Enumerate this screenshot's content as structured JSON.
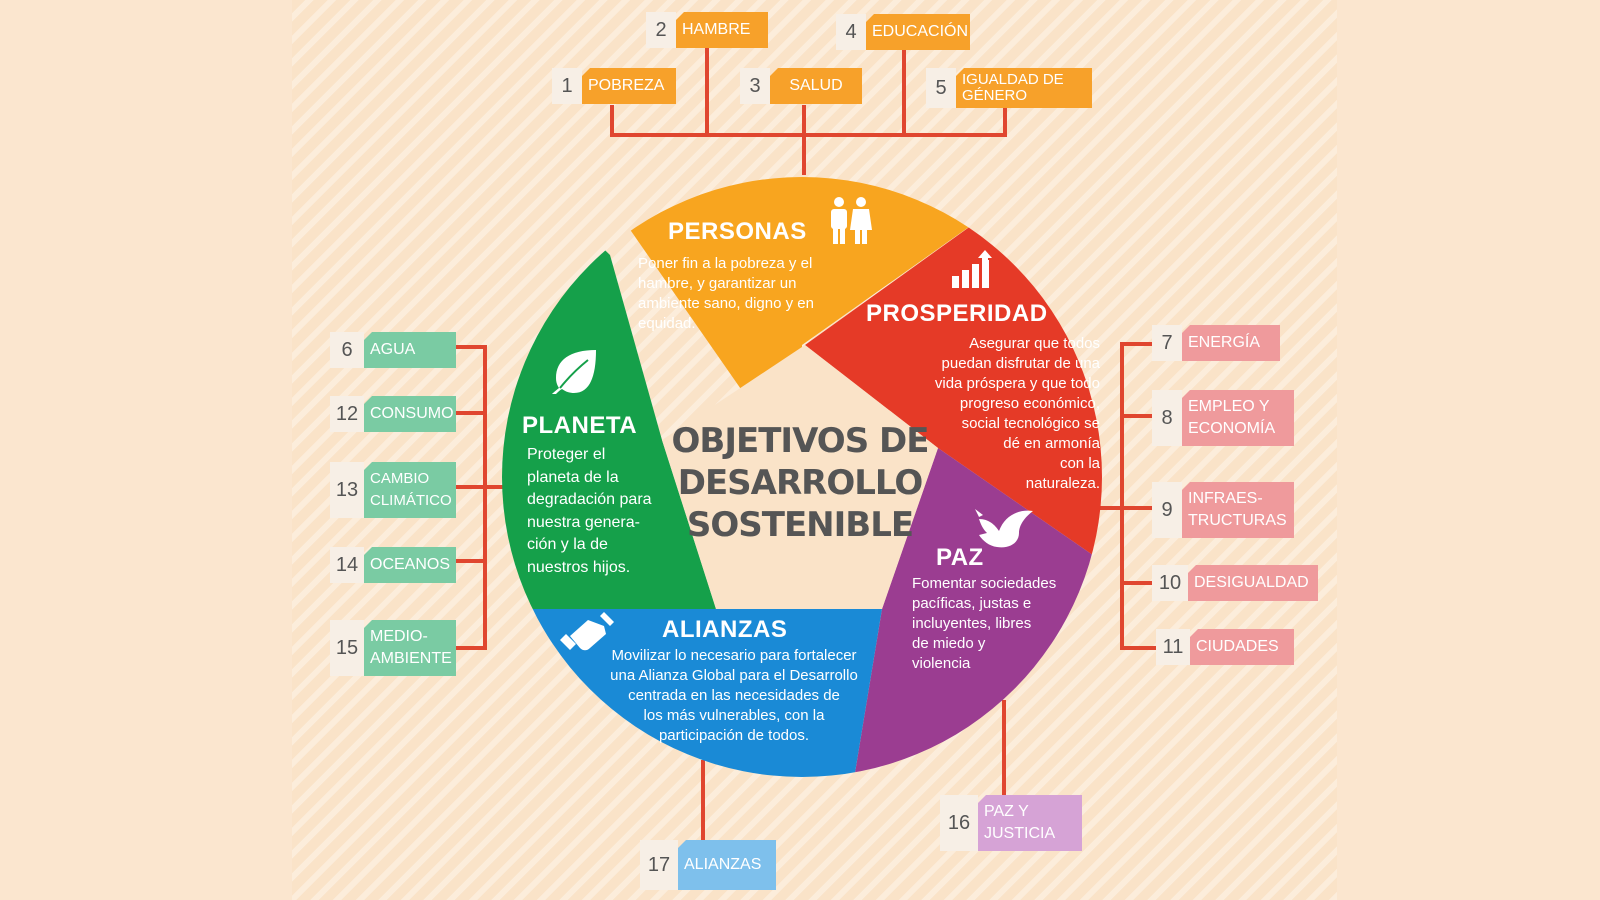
{
  "center_title": "OBJETIVOS DE\nDESARROLLO\nSOSTENIBLE",
  "segments": {
    "personas": {
      "title": "PERSONAS",
      "text": "Poner fin a la pobreza y el\nhambre, y garantizar un\nambiente sano, digno y en\nequidad.",
      "color": "#f8a51f"
    },
    "prosperidad": {
      "title": "PROSPERIDAD",
      "text": "Asegurar que todos\npuedan disfrutar de una\nvida próspera  y que todo\nprogreso económico,\nsocial tecnológico se\ndé en armonía\ncon la\nnaturaleza.",
      "color": "#e53a27"
    },
    "paz": {
      "title": "PAZ",
      "text": "Fomentar sociedades\npacíficas, justas e\nincluyentes, libres\nde miedo y\nviolencia",
      "color": "#9b3d91"
    },
    "alianzas": {
      "title": "ALIANZAS",
      "text": "Movilizar lo necesario para fortalecer\nuna Alianza Global para el Desarrollo\ncentrada en las necesidades de\nlos más vulnerables, con la\nparticipación de todos.",
      "color": "#1a8ad6"
    },
    "planeta": {
      "title": "PLANETA",
      "text": "Proteger el\nplaneta de la\ndegradación para\nnuestra genera-\nción y la de\nnuestros hijos.",
      "color": "#15a04a"
    }
  },
  "icons": {
    "personas": "people-icon",
    "prosperidad": "bar-chart-icon",
    "paz": "dove-icon",
    "alianzas": "handshake-icon",
    "planeta": "leaf-icon"
  },
  "goals": {
    "g1": {
      "num": "1",
      "label": "POBREZA"
    },
    "g2": {
      "num": "2",
      "label": "HAMBRE"
    },
    "g3": {
      "num": "3",
      "label": "SALUD"
    },
    "g4": {
      "num": "4",
      "label": "EDUCACIÓN"
    },
    "g5": {
      "num": "5",
      "label": "IGUALDAD DE\nGÉNERO"
    },
    "g6": {
      "num": "6",
      "label": "AGUA"
    },
    "g7": {
      "num": "7",
      "label": "ENERGÍA"
    },
    "g8": {
      "num": "8",
      "label": "EMPLEO Y\nECONOMÍA"
    },
    "g9": {
      "num": "9",
      "label": "INFRAES-\nTRUCTURAS"
    },
    "g10": {
      "num": "10",
      "label": "DESIGUALDAD"
    },
    "g11": {
      "num": "11",
      "label": "CIUDADES"
    },
    "g12": {
      "num": "12",
      "label": "CONSUMO"
    },
    "g13": {
      "num": "13",
      "label": "CAMBIO\nCLIMÁTICO"
    },
    "g14": {
      "num": "14",
      "label": "OCEANOS"
    },
    "g15": {
      "num": "15",
      "label": "MEDIO-\nAMBIENTE"
    },
    "g16": {
      "num": "16",
      "label": "PAZ Y\nJUSTICIA"
    },
    "g17": {
      "num": "17",
      "label": "ALIANZAS"
    }
  },
  "colors": {
    "connector": "#e0462f"
  }
}
